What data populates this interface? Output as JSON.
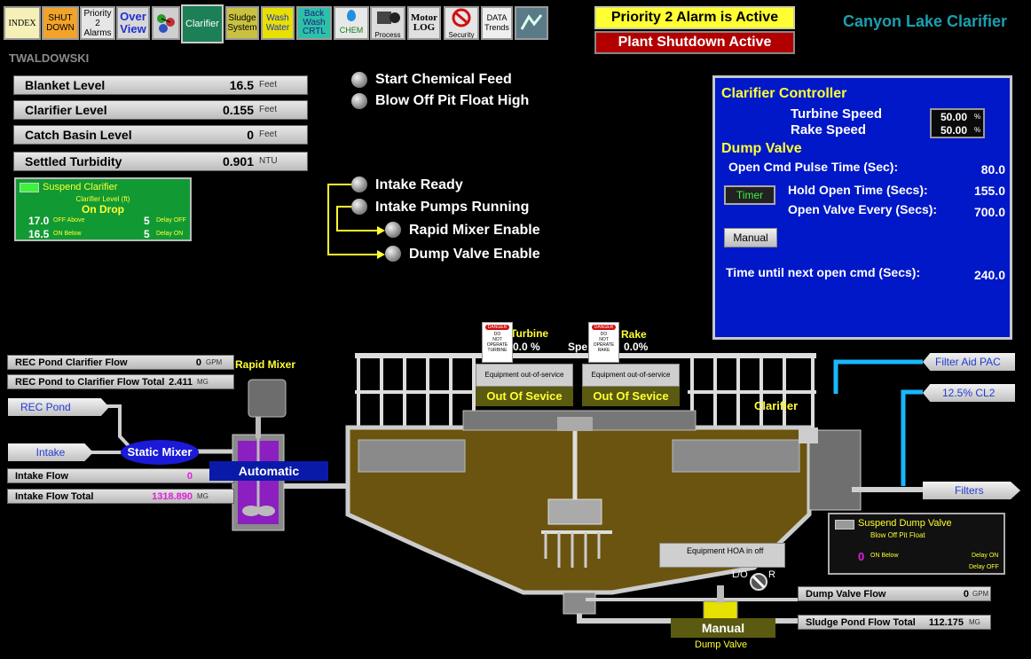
{
  "toolbar": {
    "index": "INDEX",
    "shutdown": [
      "SHUT",
      "DOWN"
    ],
    "priority_alarms": [
      "Priority",
      "2",
      "Alarms"
    ],
    "overview": [
      "Over",
      "View"
    ],
    "clarifier": "Clarifier",
    "sludge": [
      "Sludge",
      "System"
    ],
    "wash": [
      "Wash",
      "Water"
    ],
    "backwash": [
      "Back",
      "Wash",
      "CRTL"
    ],
    "chem": "CHEM",
    "process": "Process",
    "motorlog": [
      "Motor",
      "LOG"
    ],
    "security": "Security",
    "data": [
      "DATA",
      "Trends"
    ]
  },
  "alarms": {
    "priority2": "Priority 2 Alarm is Active",
    "shutdown": "Plant Shutdown Active"
  },
  "page_title": "Canyon Lake Clarifier",
  "user": "TWALDOWSKI",
  "metrics": [
    {
      "label": "Blanket Level",
      "value": "16.5",
      "unit": "Feet"
    },
    {
      "label": "Clarifier Level",
      "value": "0.155",
      "unit": "Feet"
    },
    {
      "label": "Catch Basin Level",
      "value": "0",
      "unit": "Feet"
    },
    {
      "label": "Settled Turbidity",
      "value": "0.901",
      "unit": "NTU"
    }
  ],
  "suspend_clarifier": {
    "title": "Suspend Clarifier",
    "subtitle": "Clarifier Level (ft)",
    "state": "On Drop",
    "off_value": "17.0",
    "off_label": "OFF Above",
    "on_value": "16.5",
    "on_label": "ON Below",
    "delay_off_value": "5",
    "delay_off_label": "Delay OFF",
    "delay_on_value": "5",
    "delay_on_label": "Delay ON"
  },
  "indicators": {
    "start_chem": "Start Chemical Feed",
    "blowoff_float": "Blow Off Pit Float High",
    "intake_ready": "Intake Ready",
    "intake_pumps": "Intake Pumps Running",
    "rapid_mixer_enable": "Rapid Mixer Enable",
    "dump_valve_enable": "Dump Valve Enable"
  },
  "controller": {
    "title": "Clarifier Controller",
    "turbine_label": "Turbine Speed",
    "turbine_value": "50.00",
    "turbine_unit": "%",
    "rake_label": "Rake Speed",
    "rake_value": "50.00",
    "rake_unit": "%",
    "dump_title": "Dump Valve",
    "open_cmd_label": "Open Cmd Pulse Time (Sec):",
    "open_cmd_value": "80.0",
    "timer_button": "Timer",
    "hold_open_label": "Hold Open Time (Secs):",
    "hold_open_value": "155.0",
    "open_every_label": "Open Valve Every (Secs):",
    "open_every_value": "700.0",
    "manual_button": "Manual",
    "time_next_label": "Time until next open cmd (Secs):",
    "time_next_value": "240.0"
  },
  "flows": {
    "rec_pond_clar_label": "REC Pond Clarifier Flow",
    "rec_pond_clar_value": "0",
    "rec_pond_clar_unit": "GPM",
    "rec_pond_total_label": "REC Pond to Clarifier Flow Total",
    "rec_pond_total_value": "2.411",
    "rec_pond_total_unit": "MG",
    "intake_flow_label": "Intake Flow",
    "intake_flow_value": "0",
    "intake_total_label": "Intake Flow Total",
    "intake_total_value": "1318.890",
    "intake_total_unit": "MG",
    "dump_flow_label": "Dump Valve Flow",
    "dump_flow_value": "0",
    "dump_flow_unit": "GPM",
    "sludge_total_label": "Sludge Pond Flow Total",
    "sludge_total_value": "112.175",
    "sludge_total_unit": "MG"
  },
  "process": {
    "rec_pond": "REC Pond",
    "intake": "Intake",
    "static_mixer": "Static Mixer",
    "rapid_mixer": "Rapid Mixer",
    "automatic": "Automatic",
    "filter_aid": "Filter Aid PAC",
    "cl2": "12.5% CL2",
    "filters": "Filters",
    "clarifier": "Clarifier",
    "turbine_label": "Turbine",
    "turbine_pct": "0.0  %",
    "rake_label": "Rake",
    "rake_pct": "0.0%",
    "speed_partial": "Spe",
    "danger": "DANGER",
    "do_not_operate_turbine": [
      "DO",
      "NOT",
      "OPERATE",
      "TURBINE"
    ],
    "do_not_operate_rake": [
      "DO",
      "NOT",
      "OPERATE",
      "RAKE"
    ],
    "equip_oos": "Equipment out-of-service",
    "out_of_service": "Out Of Sevice",
    "hoa": "Equipment HOA in off",
    "lo": "L/O",
    "r": "R",
    "manual": "Manual",
    "dump_valve": "Dump Valve"
  },
  "suspend_dump": {
    "title": "Suspend Dump Valve",
    "subtitle": "Blow Off Pit Float",
    "on_value": "0",
    "on_label": "ON Below",
    "delay_on": "Delay ON",
    "delay_off": "Delay OFF"
  },
  "colors": {
    "accent_yellow": "#ffff33",
    "alarm_red": "#b20000",
    "panel_blue": "#0018c8",
    "title_teal": "#1b9fb0",
    "sludge": "#6b5410",
    "pipe_blue": "#18b8ff"
  }
}
